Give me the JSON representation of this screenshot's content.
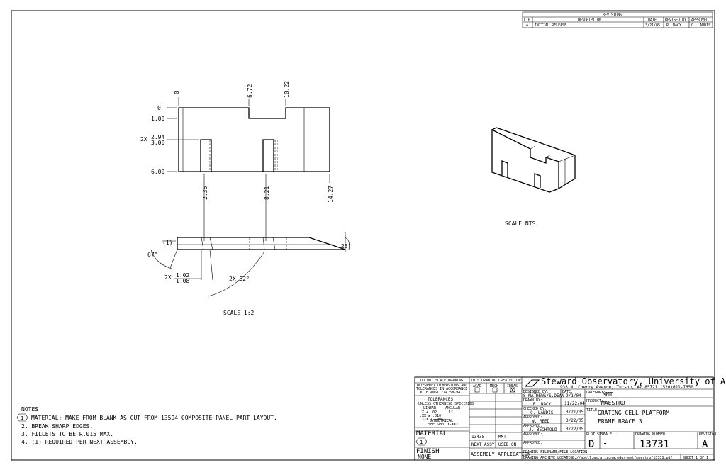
{
  "revisions": {
    "title": "REVISIONS",
    "headers": [
      "LTR",
      "DESCRIPTION",
      "DATE",
      "REVISED BY",
      "APPROVED"
    ],
    "rows": [
      [
        "A",
        "INITIAL RELEASE",
        "3/21/05",
        "R. NACY",
        "C. LANDIS"
      ]
    ]
  },
  "front_view": {
    "top_dims": [
      "0",
      "6.72",
      "10.22"
    ],
    "left_dims": [
      "0",
      "1.00",
      "2.94",
      "3.00",
      "6.00"
    ],
    "left_prefix": "2X",
    "bottom_dims": [
      "2.36",
      "8.21",
      "14.27"
    ]
  },
  "edge_view": {
    "callout": "(1)",
    "angle_left": "67°",
    "angle_right": "23°",
    "width_prefix": "2X",
    "width_top": "1.02",
    "width_bottom": "1.08",
    "angle_bottom": "2X 82°",
    "scale": "SCALE 1:2"
  },
  "iso_view": {
    "scale": "SCALE NTS"
  },
  "notes": {
    "title": "NOTES:",
    "items": [
      "MATERIAL: MAKE FROM BLANK AS CUT FROM 13594 COMPOSITE PANEL PART LAYOUT.",
      "2. BREAK SHARP EDGES.",
      "3. FILLETS TO BE R.015 MAX.",
      "4. (1) REQUIRED PER NEXT ASSEMBLY."
    ],
    "flag_number": "1"
  },
  "title_block": {
    "do_not_scale": "DO NOT SCALE DRAWING",
    "interpret": [
      "INTERPRET DIMENSIONS AND",
      "TOLERANCES IN ACCORDANCE",
      "WITH ANSI Y14.5M-94"
    ],
    "tolerances": "TOLERANCES",
    "unless": "UNLESS OTHERWISE SPECIFIED",
    "linear": "LINEAR",
    "angular": "ANGULAR",
    "tol_rows": [
      ".X  ± .02",
      ".XX  ± .010",
      ".XXX ± .005"
    ],
    "angular_value": "1°",
    "symmetrical": [
      "SYMMETRICAL",
      "SEE SPEC X-XXX"
    ],
    "material_label": "MATERIAL",
    "material_flag": "1",
    "finish_label": "FINISH",
    "finish_value": "NONE",
    "created_in": "THIS DRAWING CREATED IN:",
    "cad_options": [
      "ACAD",
      "MECH",
      "IDEAS"
    ],
    "next_assy_number": "13435",
    "next_assy_project": "MMT",
    "next_assy_label": "NEXT ASSY",
    "used_on_label": "USED ON",
    "application": "ASSEMBLY  APPLICATION",
    "logo_name": "Steward Observatory, University of Arizona",
    "address": "933 N. Cherry Avenue, Tucson, AZ  85721  (520)621-7650",
    "designed_by_label": "DESIGNED BY:",
    "designed_by": "S.MATHEWS/S.DEAN",
    "designed_date_label": "DATE:",
    "designed_date": "9/1/04",
    "drawn_label": "DRAWN BY:",
    "drawn": "R. NACY",
    "drawn_date": "11/22/04",
    "checked_label": "CHECKED BY:",
    "checked": "C. LANDIS",
    "checked_date": "3/21/05",
    "approved1_label": "APPROVED:",
    "approved1": "W. REED",
    "approved1_date": "3/22/05",
    "approved2_label": "APPROVED:",
    "approved2": "J. BECHTOLD",
    "approved2_date": "3/22/05",
    "approved3_label": "APPROVED:",
    "approved4_label": "APPROVED:",
    "category_label": "CATEGORY:",
    "category": "MMT",
    "project_label": "PROJECT:",
    "project": "MAESTRO",
    "title_label": "TITLE:",
    "title_line1": "GRATING CELL PLATFORM",
    "title_line2": "FRAME BRACE 3",
    "plot_size_label": "PLOT SIZE",
    "scale_label": "SCALE:",
    "size_value": "D",
    "scale_value": "-",
    "drawing_number_label": "DRAWING NUMBER:",
    "drawing_number": "13731",
    "revision_label": "REVISION:",
    "revision": "A",
    "filename_label": "DRAWING FILENAME/FILE LOCATION:",
    "archive_label": "DRAWING ARCHIVE LOCATION:",
    "archive_path": "http://abell.as.arizona.edu/~mmt/maestro/13731.pdf",
    "sheet": "SHEET 1 OF 1"
  }
}
